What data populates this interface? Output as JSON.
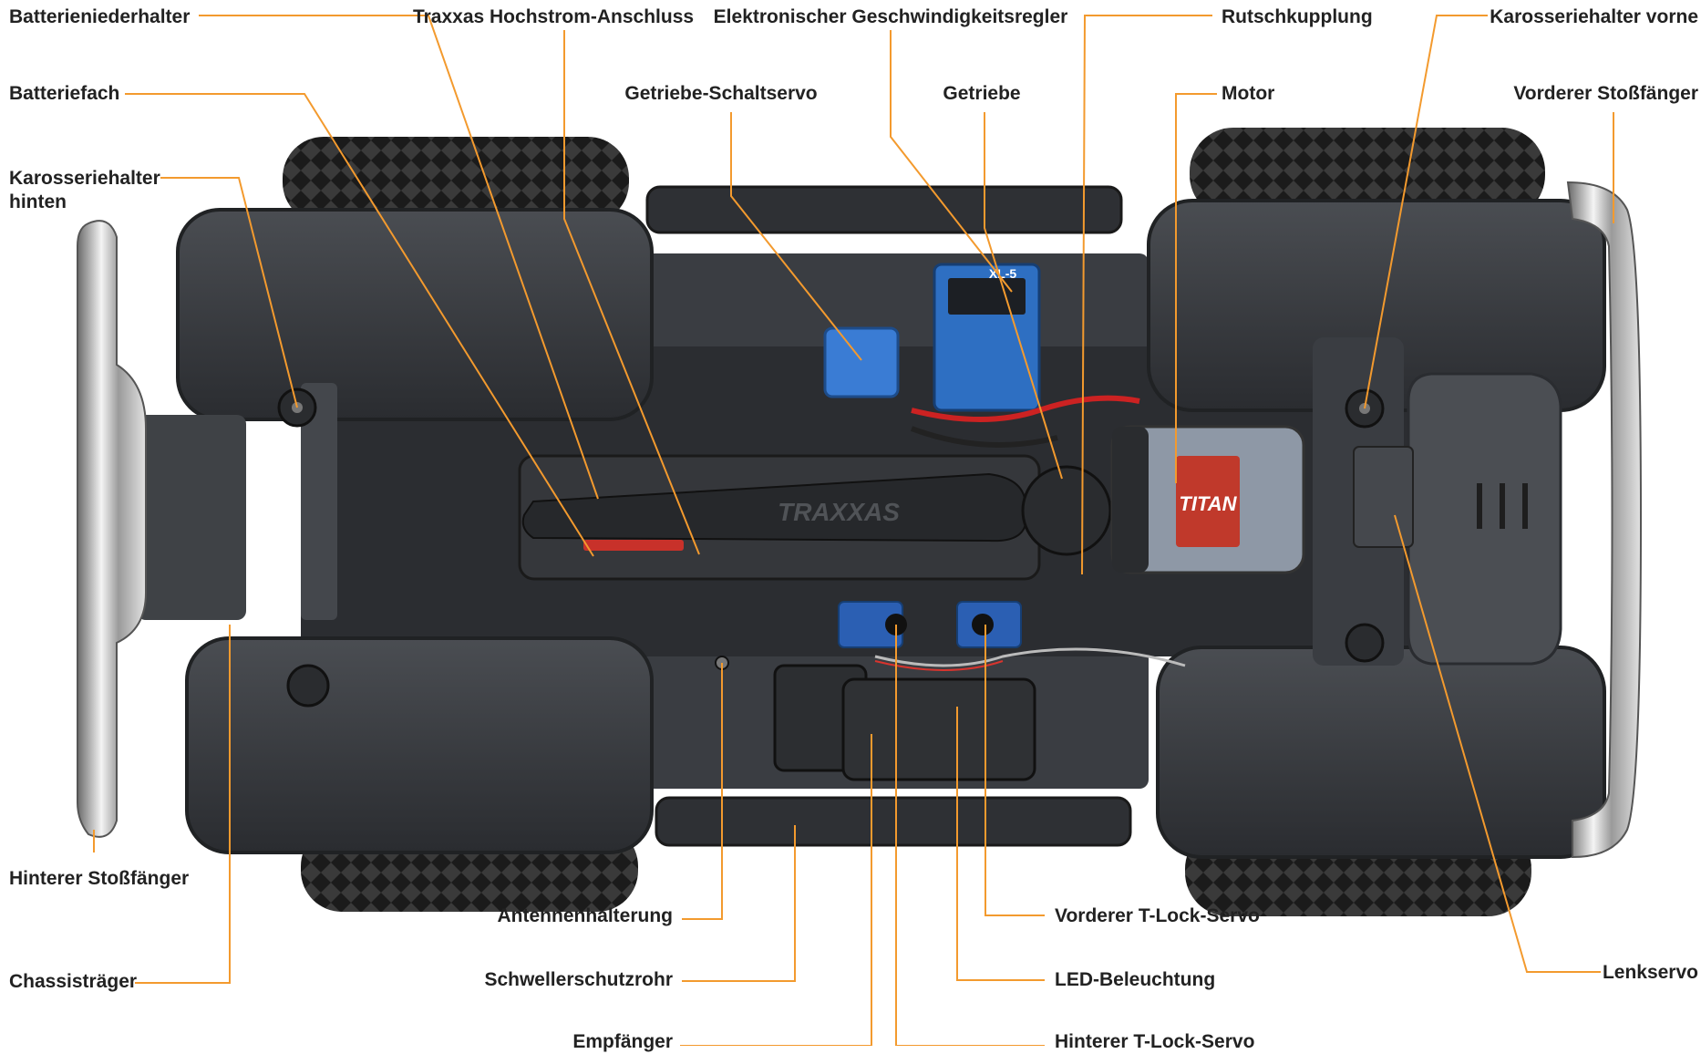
{
  "accent_color": "#f39a2e",
  "labels": {
    "battery_hold_down": "Batterieniederhalter",
    "traxxas_connector": "Traxxas Hochstrom-Anschluss",
    "esc": "Elektronischer Geschwindigkeitsregler",
    "slipper_clutch": "Rutschkupplung",
    "body_mount_front": "Karosseriehalter vorne",
    "battery_compartment": "Batteriefach",
    "shift_servo": "Getriebe-Schaltservo",
    "transmission": "Getriebe",
    "motor": "Motor",
    "front_bumper": "Vorderer Stoßfänger",
    "body_mount_rear": "Karosseriehalter hinten",
    "rear_bumper": "Hinterer Stoßfänger",
    "chassis_rail": "Chassisträger",
    "antenna_mount": "Antennenhalterung",
    "rock_slider": "Schwellerschutzrohr",
    "receiver": "Empfänger",
    "front_tlock": "Vorderer T-Lock-Servo",
    "led_lighting": "LED-Beleuchtung",
    "rear_tlock": "Hinterer T-Lock-Servo",
    "steering_servo": "Lenkservo"
  },
  "decor": {
    "skid_plate_logo": "TRAXXAS",
    "motor_brand": "TITAN",
    "esc_model": "XL-5"
  }
}
